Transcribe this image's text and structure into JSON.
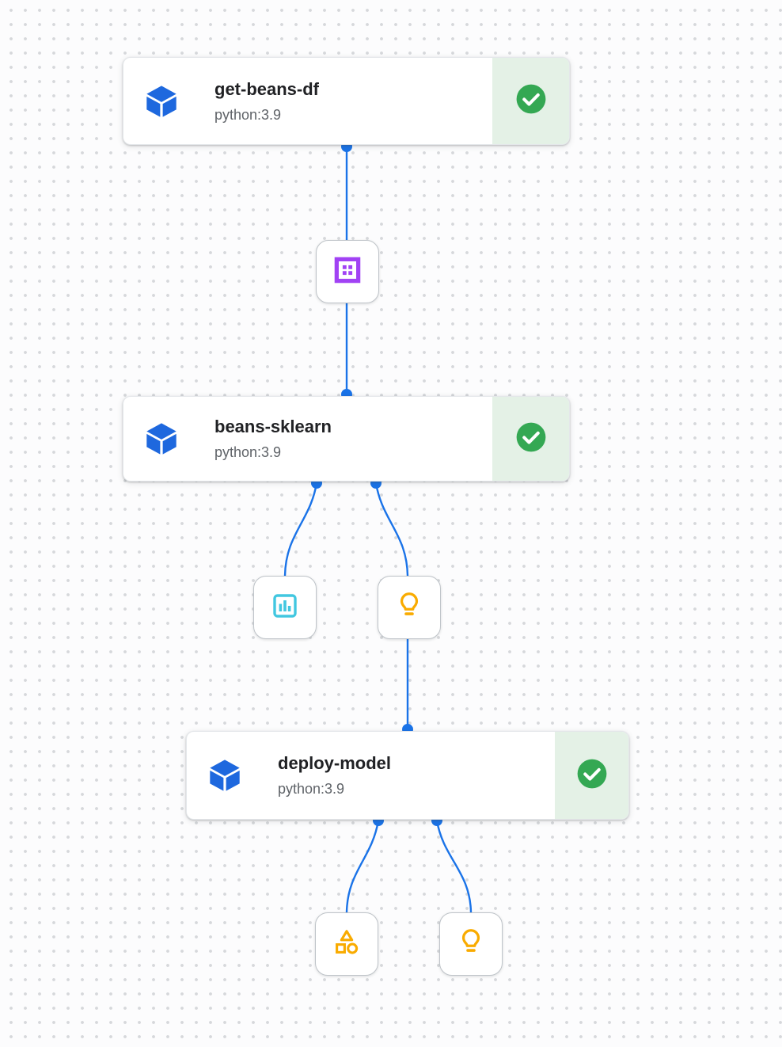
{
  "view": {
    "name": "pipeline-dag-canvas",
    "grid_dot_color": "#D6D8DB",
    "background": "#FCFCFD"
  },
  "nodes": [
    {
      "id": "get-beans-df",
      "title": "get-beans-df",
      "subtitle": "python:3.9",
      "status": "success",
      "status_icon": "check-circle",
      "type_icon": "cube"
    },
    {
      "id": "beans-sklearn",
      "title": "beans-sklearn",
      "subtitle": "python:3.9",
      "status": "success",
      "status_icon": "check-circle",
      "type_icon": "cube"
    },
    {
      "id": "deploy-model",
      "title": "deploy-model",
      "subtitle": "python:3.9",
      "status": "success",
      "status_icon": "check-circle",
      "type_icon": "cube"
    }
  ],
  "artifacts": [
    {
      "id": "dataset-artifact",
      "icon": "dataset-icon",
      "color": "#A142F4"
    },
    {
      "id": "metrics-artifact",
      "icon": "metrics-icon",
      "color": "#41C7E0"
    },
    {
      "id": "model-artifact",
      "icon": "model-icon",
      "color": "#F9AB00"
    },
    {
      "id": "generic-artifact",
      "icon": "artifact-icon",
      "color": "#F9AB00"
    },
    {
      "id": "model-artifact-2",
      "icon": "model-icon",
      "color": "#F9AB00"
    }
  ],
  "edges": [
    {
      "from": "get-beans-df",
      "to": "dataset-artifact"
    },
    {
      "from": "dataset-artifact",
      "to": "beans-sklearn"
    },
    {
      "from": "beans-sklearn",
      "to": "metrics-artifact"
    },
    {
      "from": "beans-sklearn",
      "to": "model-artifact"
    },
    {
      "from": "model-artifact",
      "to": "deploy-model"
    },
    {
      "from": "deploy-model",
      "to": "generic-artifact"
    },
    {
      "from": "deploy-model",
      "to": "model-artifact-2"
    }
  ],
  "colors": {
    "edge_blue": "#1A73E8",
    "node_cube_blue": "#1E68DE",
    "success_green": "#34A853",
    "success_bg": "#E4F1E6",
    "dataset_purple": "#A142F4",
    "metrics_cyan": "#41C7E0",
    "model_amber": "#F9AB00",
    "title_text": "#202124",
    "subtitle_text": "#5F6368"
  }
}
